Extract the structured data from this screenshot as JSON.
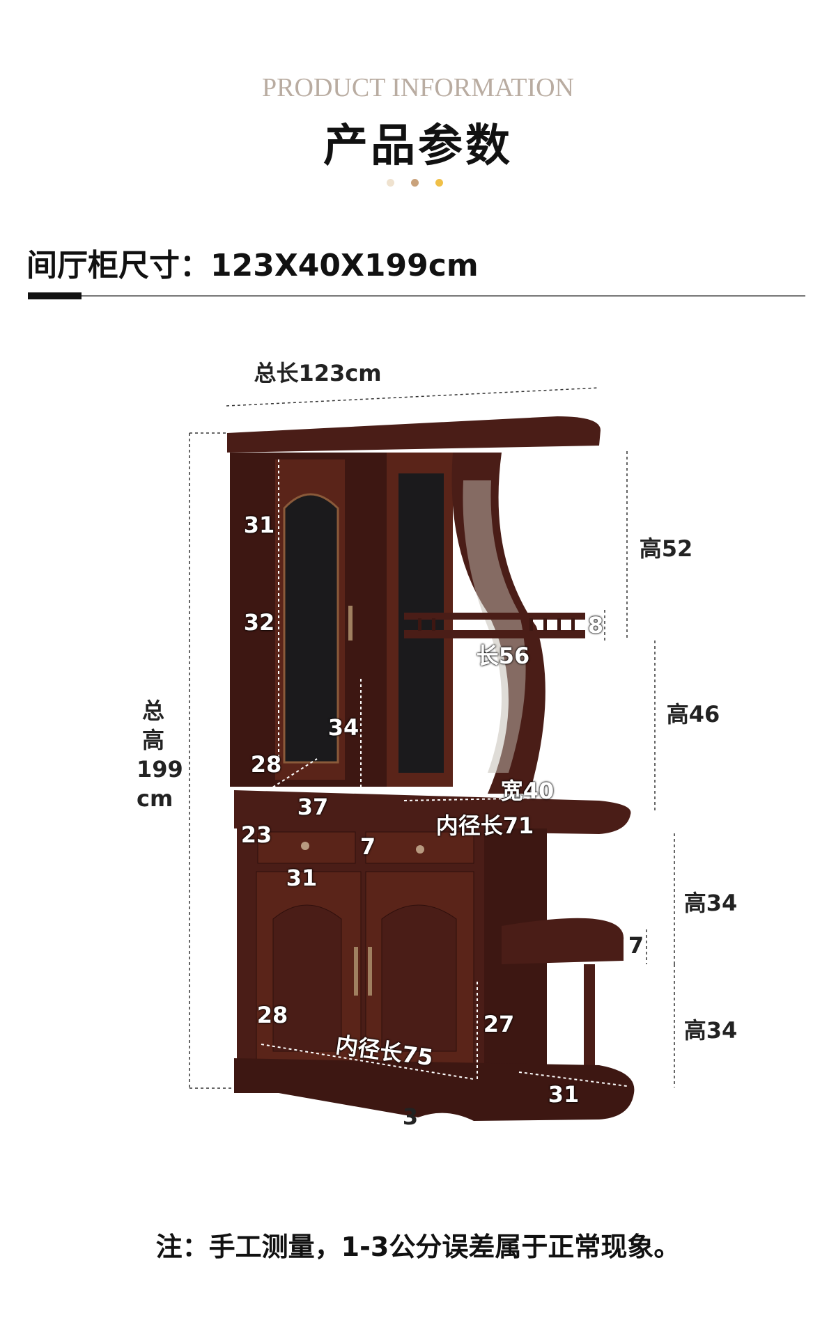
{
  "header": {
    "subtitle_en": "PRODUCT INFORMATION",
    "title": "产品参数",
    "dot_colors": [
      "#efe2cf",
      "#c9a27b",
      "#f0c048"
    ]
  },
  "spec": {
    "label": "间厅柜尺寸：123X40X199cm"
  },
  "dimensions": {
    "total_length": "总长123cm",
    "total_height": [
      "总",
      "高",
      "199",
      "cm"
    ],
    "h52": "高52",
    "h8": "8",
    "l56": "长56",
    "h46": "高46",
    "d31a": "31",
    "d32": "32",
    "d34": "34",
    "d28a": "28",
    "w40": "宽40",
    "d37": "37",
    "inner71": "内径长71",
    "d23": "23",
    "d7a": "7",
    "d31b": "31",
    "h34a": "高34",
    "d7b": "7",
    "d28b": "28",
    "inner75": "内径长75",
    "d27": "27",
    "h34b": "高34",
    "d31c": "31",
    "d3": "3"
  },
  "note": "注：手工测量，1-3公分误差属于正常现象。",
  "colors": {
    "wood": "#4a1d17",
    "wood_dark": "#2e0f0c",
    "glass": "#1b1a1c"
  }
}
